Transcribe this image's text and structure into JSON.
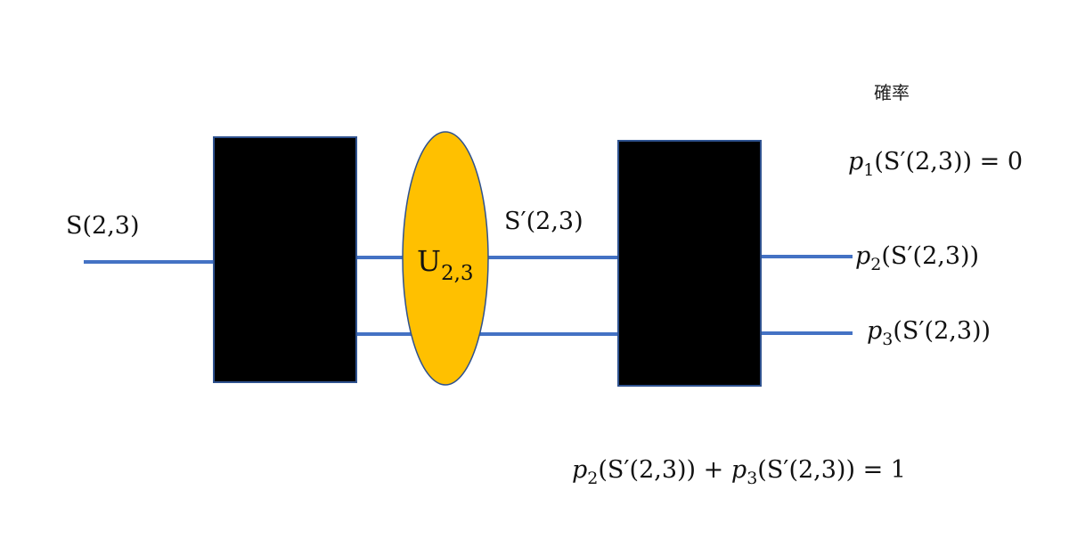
{
  "header": {
    "probability_label": "確率"
  },
  "input": {
    "state_label": "S(2,3)"
  },
  "unitary": {
    "name": "U",
    "subscript": "2,3"
  },
  "output": {
    "state_label": "S′(2,3)"
  },
  "probabilities": [
    {
      "symbol": "p",
      "index": "1",
      "argument": "(S′(2,3)) = 0"
    },
    {
      "symbol": "p",
      "index": "2",
      "argument": "(S′(2,3))"
    },
    {
      "symbol": "p",
      "index": "3",
      "argument": "(S′(2,3))"
    }
  ],
  "sum_equation": {
    "term1_symbol": "p",
    "term1_index": "2",
    "term1_argument": "(S′(2,3)) + ",
    "term2_symbol": "p",
    "term2_index": "3",
    "term2_argument": "(S′(2,3)) = 1"
  },
  "colors": {
    "wire": "#4472C4",
    "box_fill": "#000000",
    "box_stroke": "#2F528F",
    "ellipse_fill": "#FFC000",
    "ellipse_stroke": "#2F528F"
  }
}
